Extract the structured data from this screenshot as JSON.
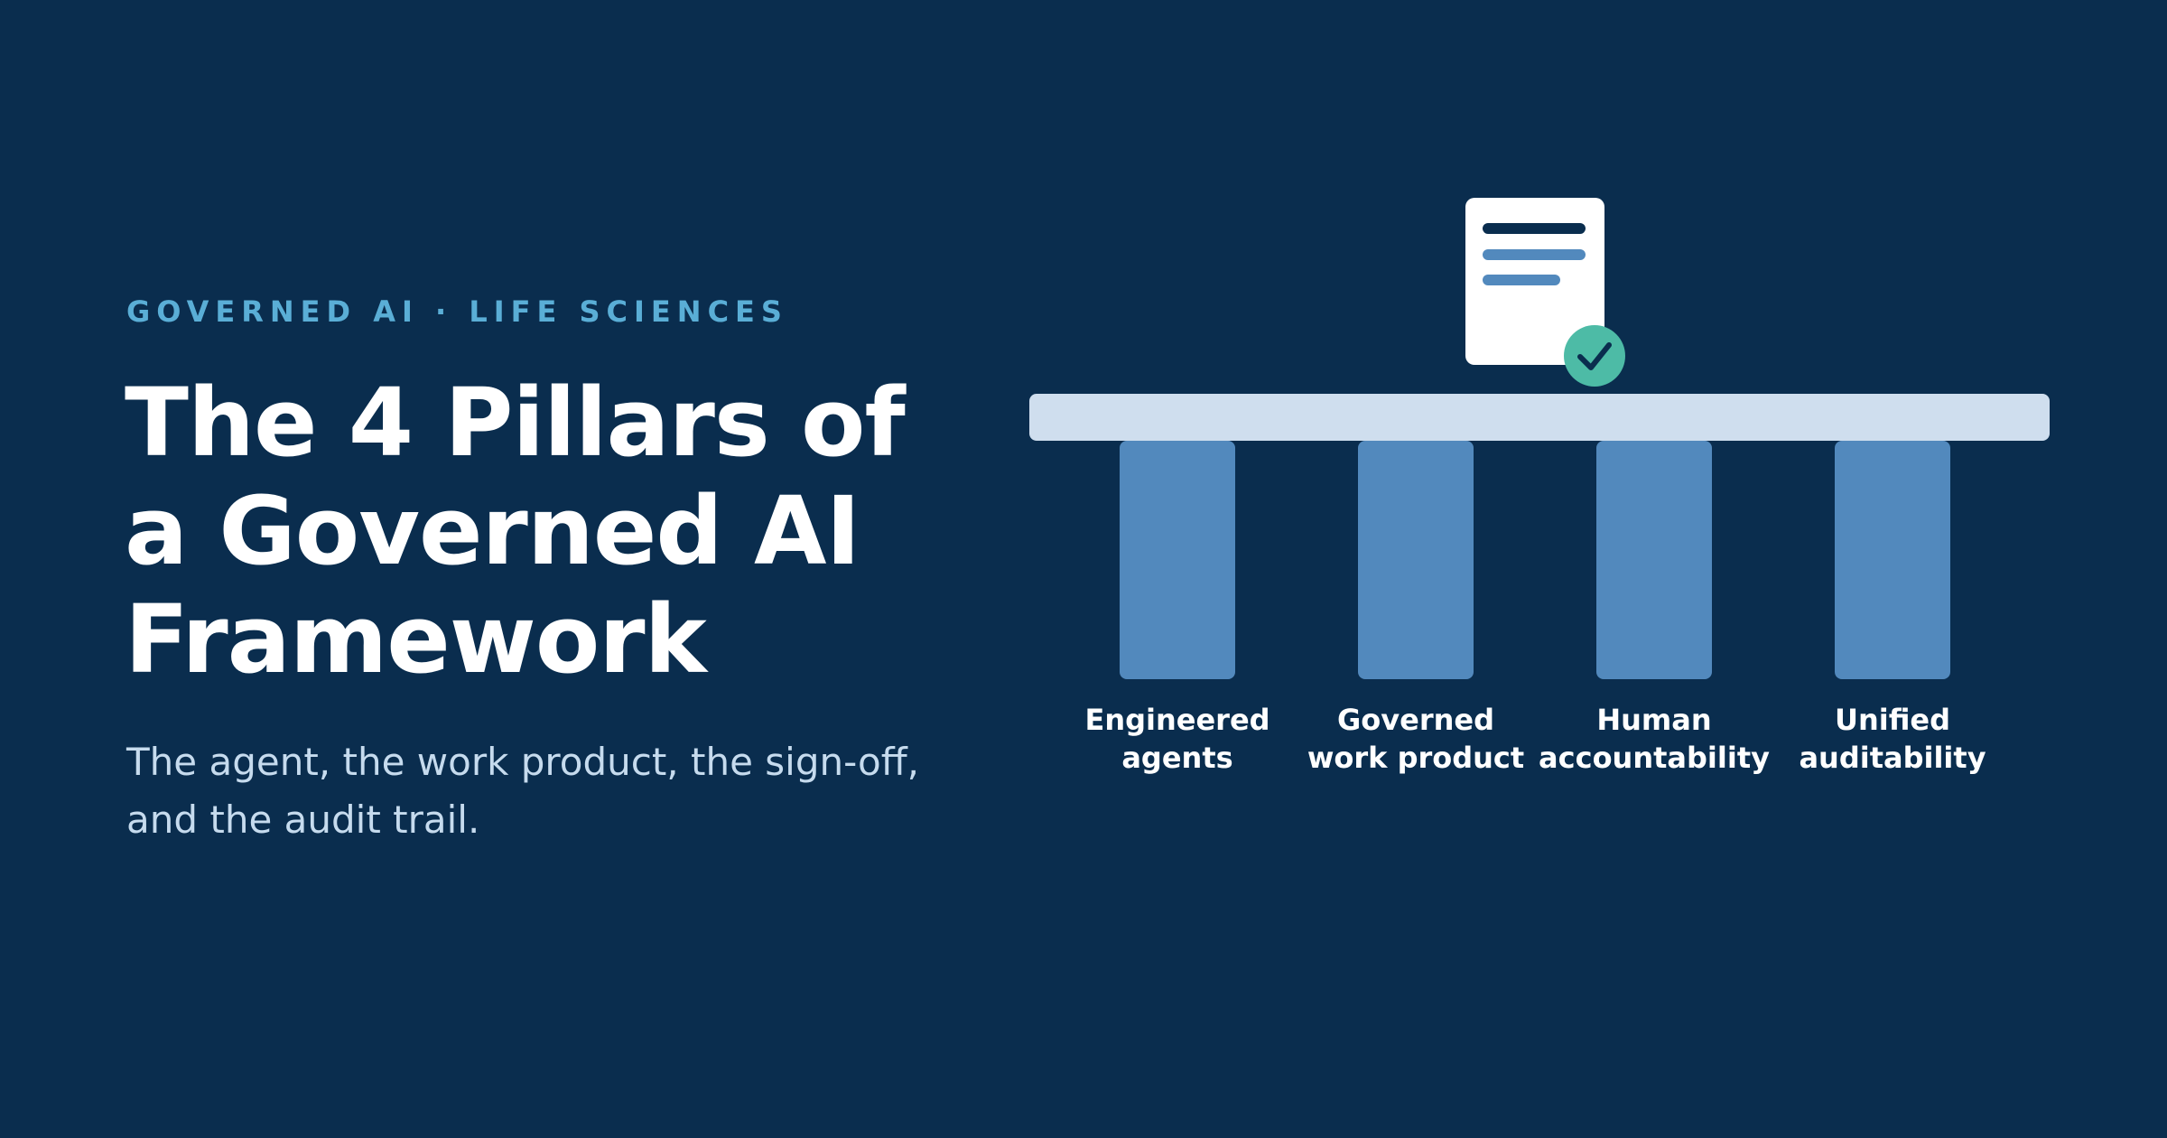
{
  "hero": {
    "eyebrow": "GOVERNED AI · LIFE SCIENCES",
    "title": "The 4 Pillars of a Governed AI Framework",
    "subtitle": "The agent, the work product, the sign-off, and the audit trail."
  },
  "diagram": {
    "icons": {
      "document": "document-icon",
      "badge": "check-badge-icon"
    },
    "pillars": [
      {
        "line1": "Engineered",
        "line2": "agents"
      },
      {
        "line1": "Governed",
        "line2": "work product"
      },
      {
        "line1": "Human",
        "line2": "accountability"
      },
      {
        "line1": "Unified",
        "line2": "auditability"
      }
    ]
  },
  "colors": {
    "background": "#0a2d4e",
    "accent": "#5aaed6",
    "pillar": "#5289bd",
    "beam": "#cfdeee",
    "check": "#4dbba6",
    "text": "#ffffff"
  }
}
